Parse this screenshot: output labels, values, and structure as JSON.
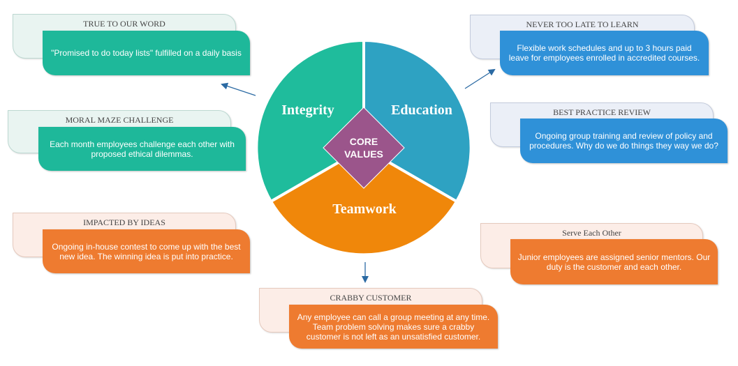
{
  "center": {
    "line1": "CORE",
    "line2": "VALUES"
  },
  "segments": [
    {
      "label": "Integrity",
      "color": "#1fbc9c"
    },
    {
      "label": "Education",
      "color": "#2ea2c2"
    },
    {
      "label": "Teamwork",
      "color": "#f0870a"
    }
  ],
  "cards": [
    {
      "title": "TRUE TO OUR WORD",
      "text": "\"Promised to do today lists\" fulfilled on a daily basis"
    },
    {
      "title": "MORAL MAZE CHALLENGE",
      "text": "Each month employees challenge each other with proposed ethical dilemmas."
    },
    {
      "title": "IMPACTED BY IDEAS",
      "text": "Ongoing in-house contest to come up with the best new idea.  The winning idea is put into practice."
    },
    {
      "title": "CRABBY CUSTOMER",
      "text": "Any employee can call a group meeting at any time. Team problem solving makes sure a crabby customer is not left as an unsatisfied customer."
    },
    {
      "title": "NEVER TOO LATE TO LEARN",
      "text": "Flexible work schedules and up to 3 hours paid leave for employees enrolled in accredited courses."
    },
    {
      "title": "BEST PRACTICE REVIEW",
      "text": "Ongoing group training and review of policy and procedures.  Why do we do things they way we do?"
    },
    {
      "title": "Serve Each Other",
      "text": "Junior employees are assigned senior mentors. Our duty is the customer and each other."
    }
  ],
  "colors": {
    "diamond": "#9b558b",
    "arrow": "#2b6aa3"
  }
}
